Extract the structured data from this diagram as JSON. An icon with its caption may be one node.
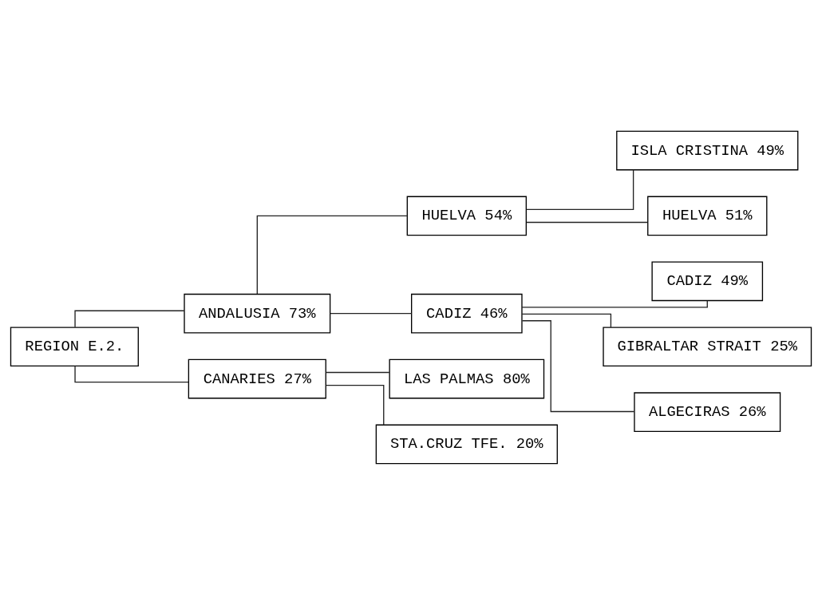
{
  "diagram": {
    "nodes": [
      {
        "text": [
          "REGION E.2."
        ]
      },
      {
        "text": [
          "ANDALUSIA 73%"
        ]
      },
      {
        "text": [
          "CANARIES 27%"
        ]
      },
      {
        "text": [
          "HUELVA 54%"
        ]
      },
      {
        "text": [
          "CADIZ 46%"
        ]
      },
      {
        "text": [
          "ISLA CRISTINA 49%"
        ]
      },
      {
        "text": [
          "HUELVA 51%"
        ]
      },
      {
        "text": [
          "CADIZ 49%"
        ]
      },
      {
        "text": [
          "GIBRALTAR STRAIT 25%"
        ]
      },
      {
        "text": [
          "ALGECIRAS 26%"
        ]
      },
      {
        "text": [
          "LAS PALMAS 80%"
        ]
      },
      {
        "text": [
          "STA.CRUZ TFE. 20%"
        ]
      }
    ],
    "edges": [
      {
        "from": 0,
        "to": 1,
        "arrow": "none"
      },
      {
        "from": 0,
        "to": 2,
        "arrow": "none"
      },
      {
        "from": 1,
        "to": 3,
        "arrow": "none"
      },
      {
        "from": 1,
        "to": 4,
        "arrow": "none"
      },
      {
        "from": 3,
        "to": 5,
        "arrow": "none"
      },
      {
        "from": 3,
        "to": 6,
        "arrow": "none"
      },
      {
        "from": 4,
        "to": 7,
        "arrow": "none"
      },
      {
        "from": 4,
        "to": 8,
        "arrow": "none"
      },
      {
        "from": 4,
        "to": 9,
        "arrow": "none"
      },
      {
        "from": 2,
        "to": 10,
        "arrow": "none"
      },
      {
        "from": 2,
        "to": 11,
        "arrow": "none"
      }
    ]
  }
}
